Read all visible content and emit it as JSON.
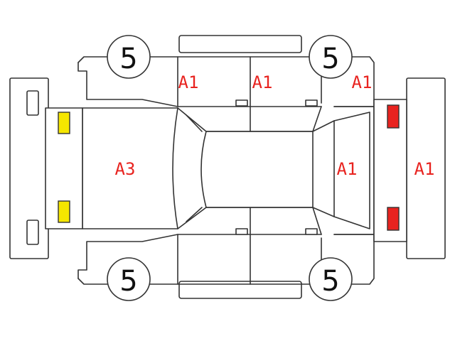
{
  "colors": {
    "stroke": "#333333",
    "code": "#e8231f",
    "front_light": "#f5e600",
    "rear_light": "#e8231f"
  },
  "tires": {
    "front_left": "5",
    "rear_left": "5",
    "front_right": "5",
    "rear_right": "5"
  },
  "codes": {
    "rear_left_door": "A1",
    "front_left_door": "A1",
    "front_left_fender": "A1",
    "hood": "A3",
    "tailgate": "A1",
    "rear_bumper": "A1"
  }
}
